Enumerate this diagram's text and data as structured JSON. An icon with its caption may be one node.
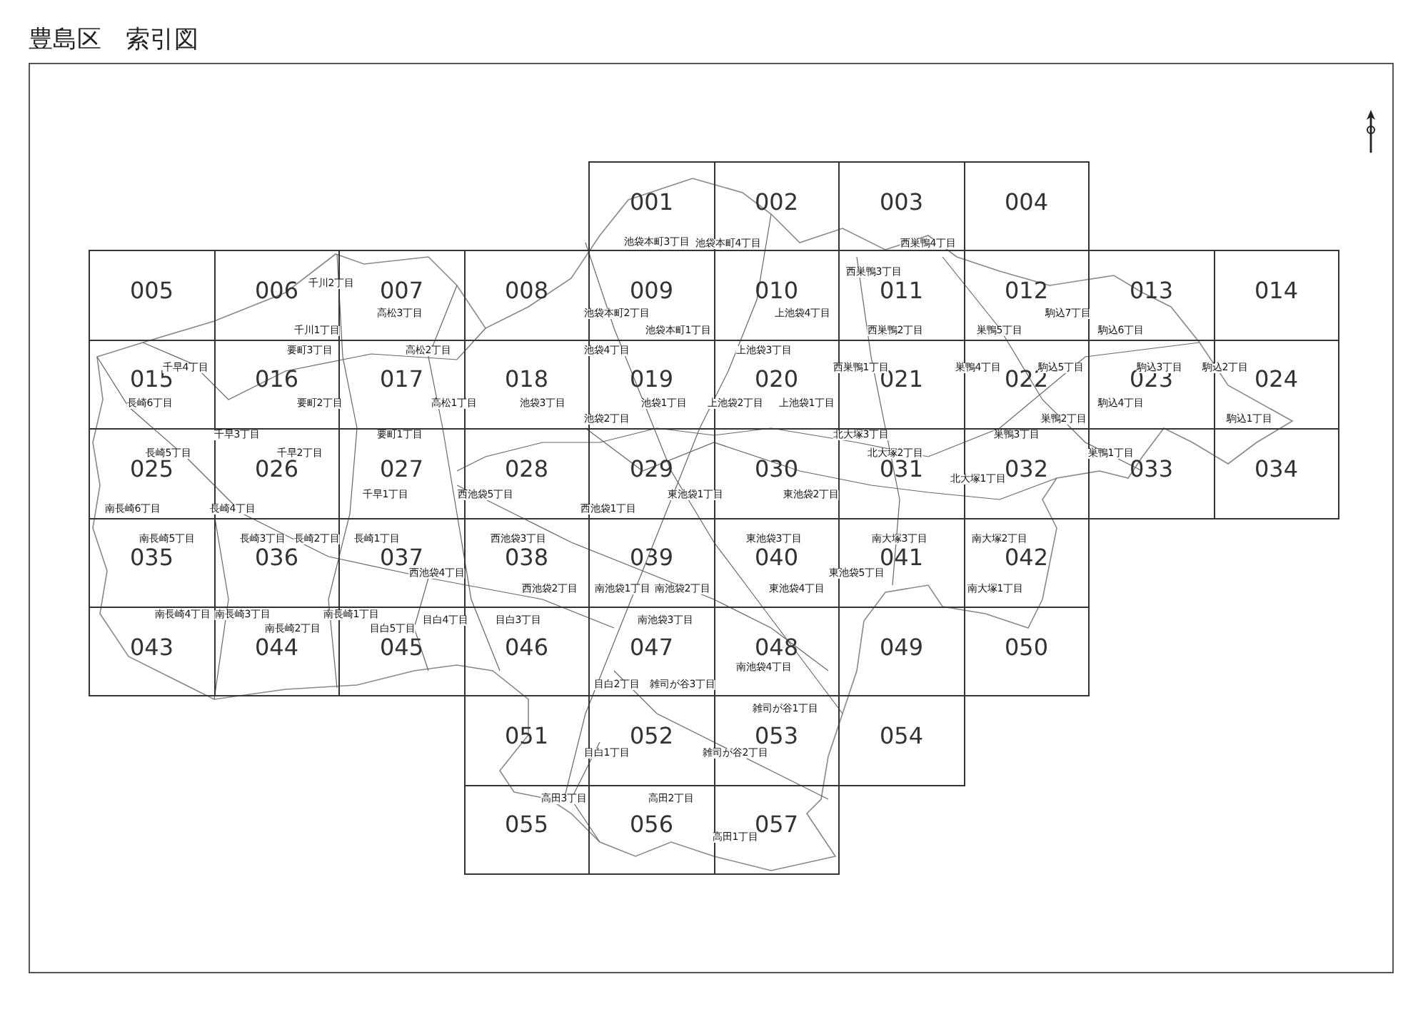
{
  "diagram": {
    "title": "豊島区　索引図",
    "nodes": [
      {
        "text": [
          "001"
        ]
      },
      {
        "text": [
          "002"
        ]
      },
      {
        "text": [
          "003"
        ]
      },
      {
        "text": [
          "004"
        ]
      },
      {
        "text": [
          "005"
        ]
      },
      {
        "text": [
          "006"
        ]
      },
      {
        "text": [
          "007"
        ]
      },
      {
        "text": [
          "008"
        ]
      },
      {
        "text": [
          "009"
        ]
      },
      {
        "text": [
          "010"
        ]
      },
      {
        "text": [
          "011"
        ]
      },
      {
        "text": [
          "012"
        ]
      },
      {
        "text": [
          "013"
        ]
      },
      {
        "text": [
          "014"
        ]
      },
      {
        "text": [
          "015"
        ]
      },
      {
        "text": [
          "016"
        ]
      },
      {
        "text": [
          "017"
        ]
      },
      {
        "text": [
          "018"
        ]
      },
      {
        "text": [
          "019"
        ]
      },
      {
        "text": [
          "020"
        ]
      },
      {
        "text": [
          "021"
        ]
      },
      {
        "text": [
          "022"
        ]
      },
      {
        "text": [
          "023"
        ]
      },
      {
        "text": [
          "024"
        ]
      },
      {
        "text": [
          "025"
        ]
      },
      {
        "text": [
          "026"
        ]
      },
      {
        "text": [
          "027"
        ]
      },
      {
        "text": [
          "028"
        ]
      },
      {
        "text": [
          "029"
        ]
      },
      {
        "text": [
          "030"
        ]
      },
      {
        "text": [
          "031"
        ]
      },
      {
        "text": [
          "032"
        ]
      },
      {
        "text": [
          "033"
        ]
      },
      {
        "text": [
          "034"
        ]
      },
      {
        "text": [
          "035"
        ]
      },
      {
        "text": [
          "036"
        ]
      },
      {
        "text": [
          "037"
        ]
      },
      {
        "text": [
          "038"
        ]
      },
      {
        "text": [
          "039"
        ]
      },
      {
        "text": [
          "040"
        ]
      },
      {
        "text": [
          "041"
        ]
      },
      {
        "text": [
          "042"
        ]
      },
      {
        "text": [
          "043"
        ]
      },
      {
        "text": [
          "044"
        ]
      },
      {
        "text": [
          "045"
        ]
      },
      {
        "text": [
          "046"
        ]
      },
      {
        "text": [
          "047"
        ]
      },
      {
        "text": [
          "048"
        ]
      },
      {
        "text": [
          "049"
        ]
      },
      {
        "text": [
          "050"
        ]
      },
      {
        "text": [
          "051"
        ]
      },
      {
        "text": [
          "052"
        ]
      },
      {
        "text": [
          "053"
        ]
      },
      {
        "text": [
          "054"
        ]
      },
      {
        "text": [
          "055"
        ]
      },
      {
        "text": [
          "056"
        ]
      },
      {
        "text": [
          "057"
        ]
      }
    ],
    "labels": [
      "池袋本町3丁目",
      "池袋本町4丁目",
      "西巣鴨4丁目",
      "西巣鴨3丁目",
      "千川2丁目",
      "高松3丁目",
      "池袋本町2丁目",
      "上池袋4丁目",
      "駒込7丁目",
      "千川1丁目",
      "池袋本町1丁目",
      "西巣鴨2丁目",
      "巣鴨5丁目",
      "駒込6丁目",
      "要町3丁目",
      "高松2丁目",
      "池袋4丁目",
      "上池袋3丁目",
      "千早4丁目",
      "西巣鴨1丁目",
      "巣鴨4丁目",
      "駒込5丁目",
      "駒込3丁目",
      "駒込2丁目",
      "長崎6丁目",
      "要町2丁目",
      "高松1丁目",
      "池袋3丁目",
      "池袋1丁目",
      "上池袋2丁目",
      "上池袋1丁目",
      "駒込4丁目",
      "池袋2丁目",
      "巣鴨2丁目",
      "駒込1丁目",
      "千早3丁目",
      "要町1丁目",
      "北大塚3丁目",
      "巣鴨3丁目",
      "長崎5丁目",
      "千早2丁目",
      "北大塚2丁目",
      "巣鴨1丁目",
      "北大塚1丁目",
      "千早1丁目",
      "西池袋5丁目",
      "東池袋1丁目",
      "東池袋2丁目",
      "南長崎6丁目",
      "長崎4丁目",
      "西池袋1丁目",
      "南長崎5丁目",
      "長崎3丁目",
      "長崎2丁目",
      "長崎1丁目",
      "西池袋3丁目",
      "東池袋3丁目",
      "南大塚3丁目",
      "南大塚2丁目",
      "西池袋4丁目",
      "東池袋5丁目",
      "西池袋2丁目",
      "南池袋1丁目",
      "南池袋2丁目",
      "東池袋4丁目",
      "南大塚1丁目",
      "南長崎4丁目",
      "南長崎3丁目",
      "南長崎2丁目",
      "南長崎1丁目",
      "目白5丁目",
      "目白4丁目",
      "目白3丁目",
      "南池袋3丁目",
      "南池袋4丁目",
      "目白2丁目",
      "雑司が谷3丁目",
      "雑司が谷1丁目",
      "目白1丁目",
      "雑司が谷2丁目",
      "高田3丁目",
      "高田2丁目",
      "高田1丁目"
    ]
  }
}
